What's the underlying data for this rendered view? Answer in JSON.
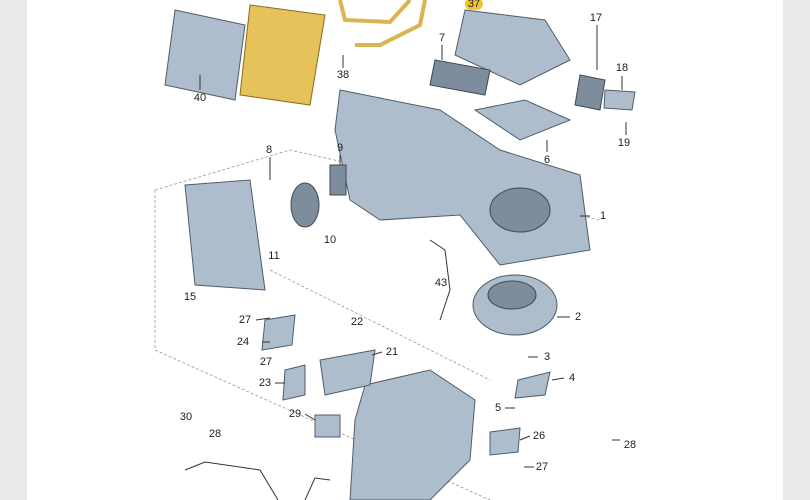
{
  "diagram": {
    "title": "Air conditioner / heater unit exploded parts view",
    "highlighted_label": "37",
    "labels": [
      "37",
      "40",
      "38",
      "7",
      "17",
      "18",
      "19",
      "6",
      "8",
      "9",
      "10",
      "11",
      "1",
      "15",
      "43",
      "2",
      "27",
      "22",
      "24",
      "21",
      "27",
      "3",
      "23",
      "4",
      "5",
      "29",
      "30",
      "26",
      "28",
      "28",
      "27"
    ],
    "colors": {
      "part": "#aebdcb",
      "evaporator": "#e6c25a",
      "highlight": "#f3c22c"
    }
  }
}
